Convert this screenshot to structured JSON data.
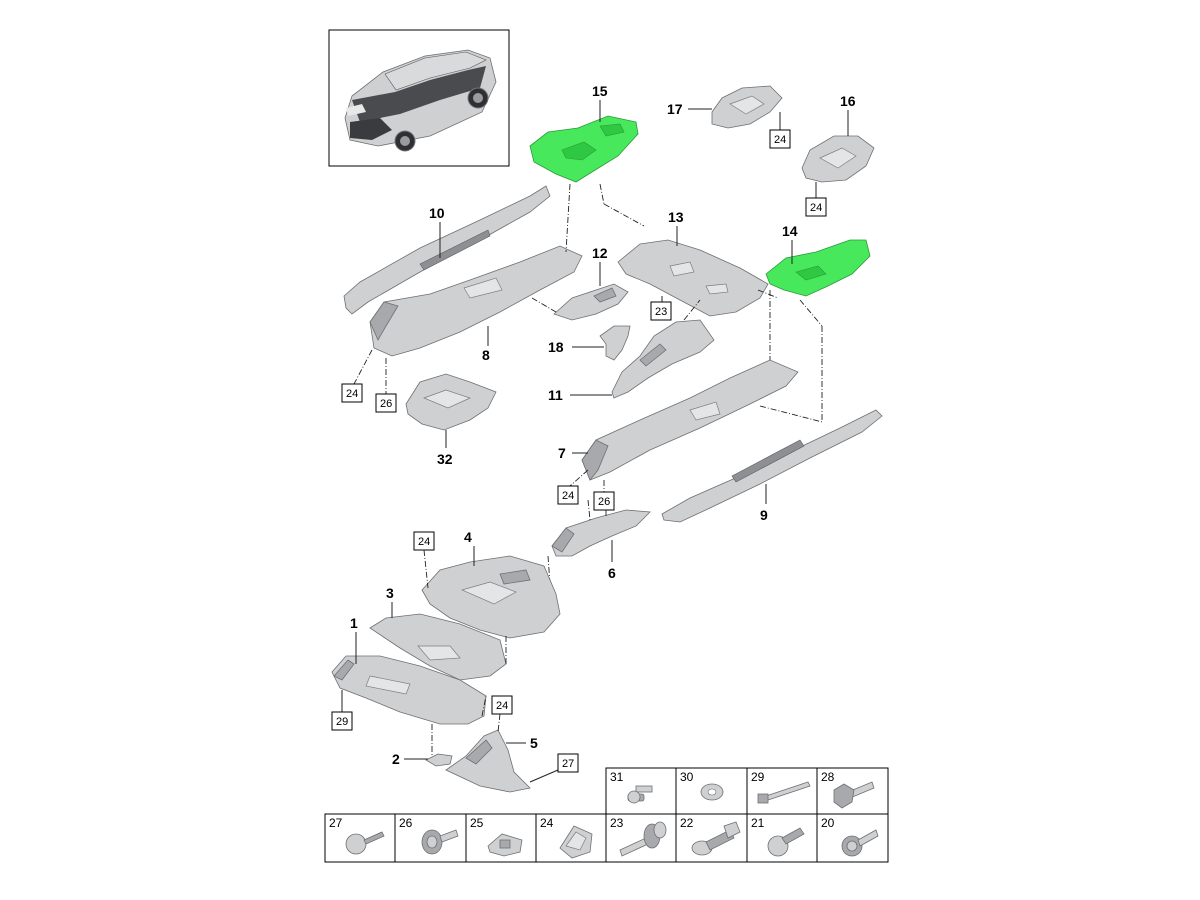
{
  "callouts": {
    "c1": "1",
    "c2": "2",
    "c3": "3",
    "c4": "4",
    "c5": "5",
    "c6": "6",
    "c7": "7",
    "c8": "8",
    "c9": "9",
    "c10": "10",
    "c11": "11",
    "c12": "12",
    "c13": "13",
    "c14": "14",
    "c15": "15",
    "c16": "16",
    "c17": "17",
    "c18": "18",
    "c32": "32"
  },
  "boxed_refs": {
    "r24_17": "24",
    "r24_16": "24",
    "r23": "23",
    "r24_8": "24",
    "r26_8": "26",
    "r24_7": "24",
    "r26_7": "26",
    "r24_4": "24",
    "r29": "29",
    "r24_5": "24",
    "r27": "27"
  },
  "fastener_grid": {
    "top_row": [
      "31",
      "30",
      "29",
      "28"
    ],
    "bottom_row": [
      "27",
      "26",
      "25",
      "24",
      "23",
      "22",
      "21",
      "20"
    ]
  },
  "colors": {
    "highlight": "#47e85c",
    "part_fill": "#cfd0d2",
    "part_edge": "#6e6f72"
  }
}
